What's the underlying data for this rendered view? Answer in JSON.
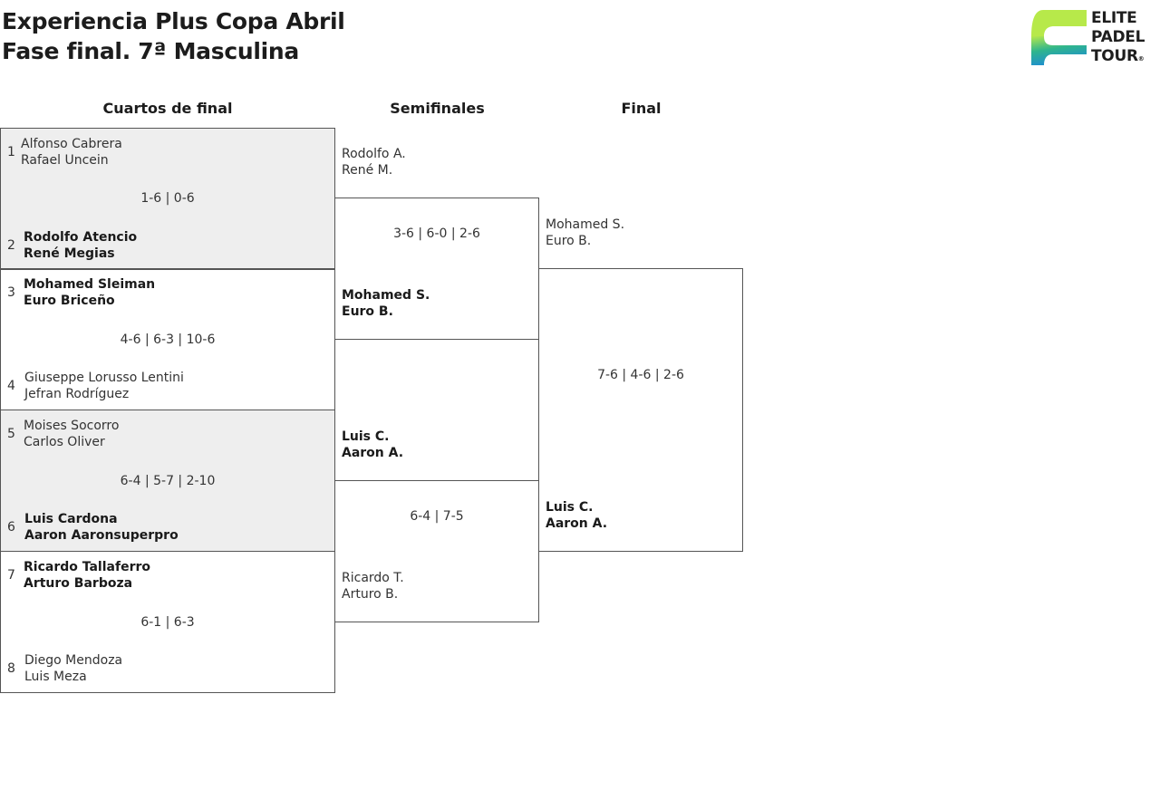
{
  "header": {
    "title_line1": "Experiencia Plus Copa Abril",
    "title_line2": "Fase final. 7ª Masculina"
  },
  "logo": {
    "line1": "ELITE",
    "line2": "PADEL",
    "line3": "TOUR",
    "registered": "®",
    "colors": {
      "green": "#b7e94a",
      "teal": "#2fb58d",
      "blue": "#1f8fd0",
      "text": "#1e1e1e"
    }
  },
  "rounds": {
    "quarterfinals": "Cuartos de final",
    "semifinals": "Semifinales",
    "final": "Final"
  },
  "quarterfinals": [
    {
      "top": {
        "seed": "1",
        "p1": "Alfonso Cabrera",
        "p2": "Rafael Uncein"
      },
      "score": "1-6 | 0-6",
      "bottom": {
        "seed": "2",
        "p1": "Rodolfo Atencio",
        "p2": "René Megias"
      },
      "winner": "bottom"
    },
    {
      "top": {
        "seed": "3",
        "p1": "Mohamed Sleiman",
        "p2": "Euro Briceño"
      },
      "score": "4-6 | 6-3 | 10-6",
      "bottom": {
        "seed": "4",
        "p1": "Giuseppe Lorusso Lentini",
        "p2": "Jefran Rodríguez"
      },
      "winner": "top"
    },
    {
      "top": {
        "seed": "5",
        "p1": "Moises Socorro",
        "p2": "Carlos Oliver"
      },
      "score": "6-4 | 5-7 | 2-10",
      "bottom": {
        "seed": "6",
        "p1": "Luis Cardona",
        "p2": "Aaron Aaronsuperpro"
      },
      "winner": "bottom"
    },
    {
      "top": {
        "seed": "7",
        "p1": "Ricardo Tallaferro",
        "p2": "Arturo Barboza"
      },
      "score": "6-1 | 6-3",
      "bottom": {
        "seed": "8",
        "p1": "Diego Mendoza",
        "p2": "Luis Meza"
      },
      "winner": "top"
    }
  ],
  "semifinals": [
    {
      "top": {
        "p1": "Rodolfo A.",
        "p2": "René M."
      },
      "score": "3-6 | 6-0 | 2-6",
      "bottom": {
        "p1": "Mohamed S.",
        "p2": "Euro B."
      },
      "winner": "bottom"
    },
    {
      "top": {
        "p1": "Luis C.",
        "p2": "Aaron A."
      },
      "score": "6-4 | 7-5",
      "bottom": {
        "p1": "Ricardo T.",
        "p2": "Arturo B."
      },
      "winner": "top"
    }
  ],
  "final": {
    "top": {
      "p1": "Mohamed S.",
      "p2": "Euro B."
    },
    "score": "7-6 | 4-6 | 2-6",
    "bottom": {
      "p1": "Luis C.",
      "p2": "Aaron A."
    },
    "winner": "bottom"
  }
}
